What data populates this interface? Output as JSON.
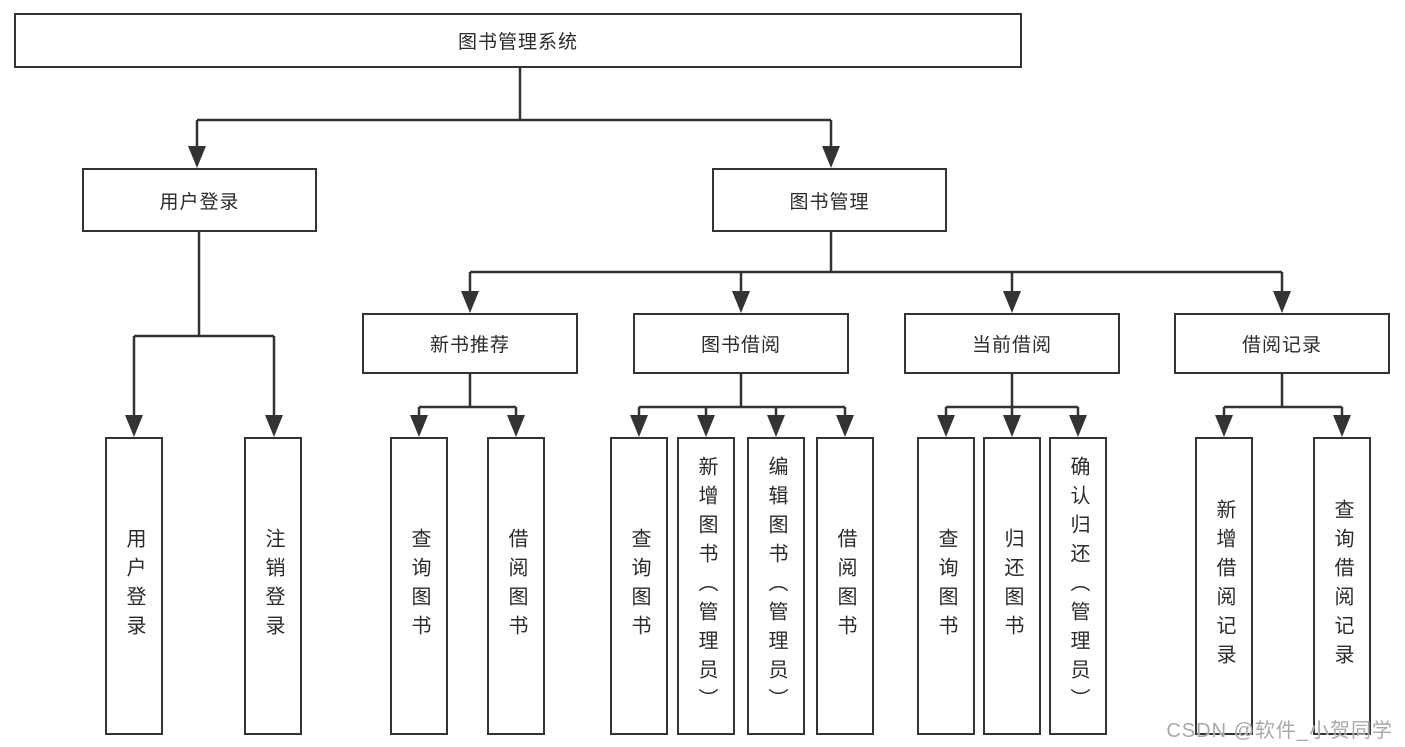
{
  "diagram": {
    "root": {
      "label": "图书管理系统"
    },
    "branches": [
      {
        "label": "用户登录",
        "children": [
          {
            "label": "用户登录"
          },
          {
            "label": "注销登录"
          }
        ]
      },
      {
        "label": "图书管理",
        "children": [
          {
            "label": "新书推荐",
            "children": [
              {
                "label": "查询图书"
              },
              {
                "label": "借阅图书"
              }
            ]
          },
          {
            "label": "图书借阅",
            "children": [
              {
                "label": "查询图书"
              },
              {
                "label": "新增图书（管理员）"
              },
              {
                "label": "编辑图书（管理员）"
              },
              {
                "label": "借阅图书"
              }
            ]
          },
          {
            "label": "当前借阅",
            "children": [
              {
                "label": "查询图书"
              },
              {
                "label": "归还图书"
              },
              {
                "label": "确认归还（管理员）"
              }
            ]
          },
          {
            "label": "借阅记录",
            "children": [
              {
                "label": "新增借阅记录"
              },
              {
                "label": "查询借阅记录"
              }
            ]
          }
        ]
      }
    ]
  },
  "watermark": {
    "text": "CSDN @软件_小贺同学"
  },
  "colors": {
    "line": "#333333",
    "text": "#2b2b2b",
    "watermark": "#a9a9a9",
    "background": "#ffffff"
  }
}
